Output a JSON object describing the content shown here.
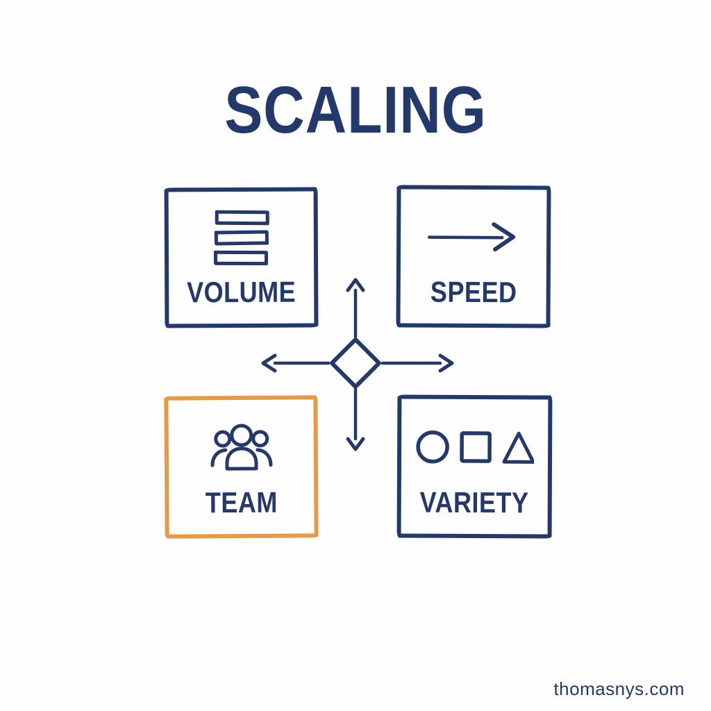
{
  "title": "SCALING",
  "colors": {
    "navy": "#24396b",
    "orange": "#e69a43",
    "bg": "#fefefe"
  },
  "boxes": [
    {
      "label": "VOLUME",
      "icon": "stacked-bars-icon"
    },
    {
      "label": "SPEED",
      "icon": "arrow-right-icon"
    },
    {
      "label": "TEAM",
      "icon": "team-people-icon",
      "accent": "orange"
    },
    {
      "label": "VARIETY",
      "icon": "circle-square-triangle-shapes-icon"
    }
  ],
  "center": {
    "icon": "diamond-with-four-direction-arrows-icon"
  },
  "watermark": "thomasnys.com"
}
